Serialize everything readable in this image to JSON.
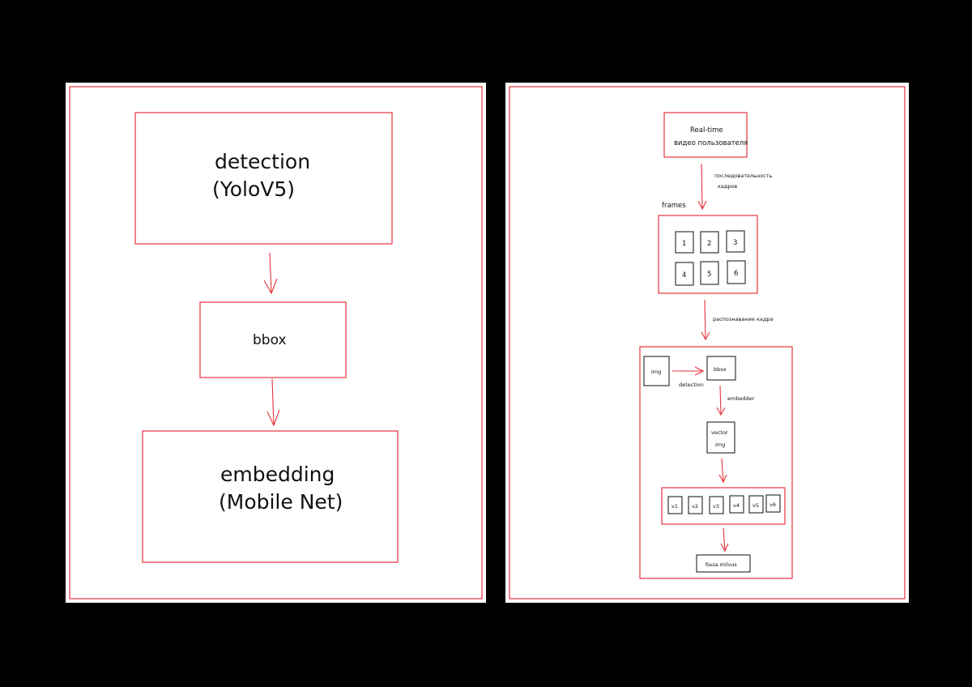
{
  "left": {
    "detection": {
      "line1": "detection",
      "line2": "(YoloV5)"
    },
    "bbox": "bbox",
    "embedding": {
      "line1": "embedding",
      "line2": "(Mobile Net)"
    }
  },
  "right": {
    "source": {
      "line1": "Real-time",
      "line2": "видео пользователя"
    },
    "arrow1_label": {
      "line1": "последовательность",
      "line2": "кадров"
    },
    "frames_label": "frames",
    "frames": [
      "1",
      "2",
      "3",
      "4",
      "5",
      "6"
    ],
    "arrow2_label": "распознавание кадра",
    "img": "img",
    "bbox": "bbox",
    "detect_label": "detection",
    "embed_label": "embedder",
    "vector": {
      "line1": "vector",
      "line2": "img"
    },
    "vectors": [
      "v1",
      "v2",
      "v3",
      "v4",
      "v5",
      "v6"
    ],
    "db": "база milvus"
  }
}
